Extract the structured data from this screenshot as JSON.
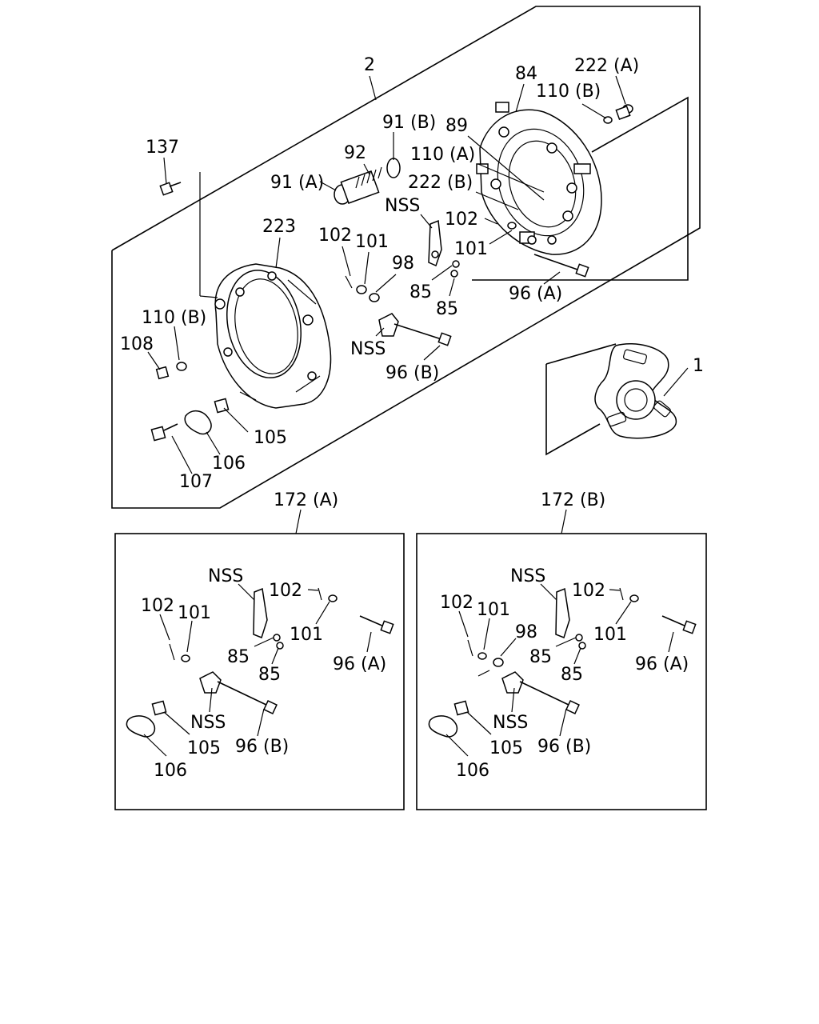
{
  "main_labels": {
    "l2": "2",
    "l137": "137",
    "l92": "92",
    "l91b": "91 (B)",
    "l91a": "91 (A)",
    "l84": "84",
    "l222a": "222 (A)",
    "l110b_top": "110 (B)",
    "l89": "89",
    "l110a": "110 (A)",
    "l222b": "222 (B)",
    "lnss_top": "NSS",
    "l102_top": "102",
    "l101_right": "101",
    "l223": "223",
    "l102_mid": "102",
    "l101_mid": "101",
    "l98": "98",
    "l85_a": "85",
    "l85_b": "85",
    "l96a": "96 (A)",
    "l110b_left": "110 (B)",
    "l108": "108",
    "lnss_mid": "NSS",
    "l96b": "96 (B)",
    "l105": "105",
    "l106": "106",
    "l107": "107",
    "l1": "1"
  },
  "kit_a": {
    "title": "172 (A)",
    "nss1": "NSS",
    "p102a": "102",
    "p102b": "102",
    "p101a": "101",
    "p101b": "101",
    "p85a": "85",
    "p85b": "85",
    "p96a": "96 (A)",
    "nss2": "NSS",
    "p105": "105",
    "p96b": "96 (B)",
    "p106": "106"
  },
  "kit_b": {
    "title": "172 (B)",
    "nss1": "NSS",
    "p102a": "102",
    "p102b": "102",
    "p101a": "101",
    "p101b": "101",
    "p98": "98",
    "p85a": "85",
    "p85b": "85",
    "p96a": "96 (A)",
    "nss2": "NSS",
    "p105": "105",
    "p96b": "96 (B)",
    "p106": "106"
  }
}
